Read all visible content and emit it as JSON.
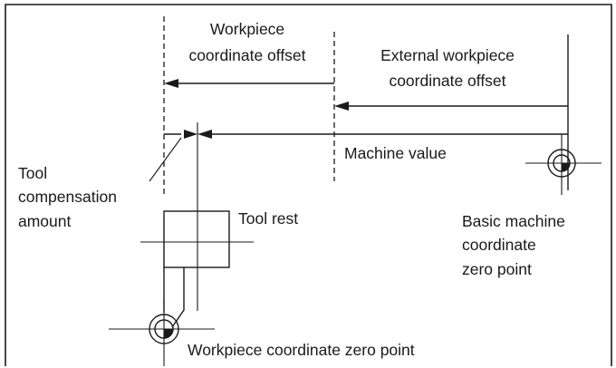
{
  "labels": {
    "workpiece_offset_line1": "Workpiece",
    "workpiece_offset_line2": "coordinate offset",
    "external_offset_line1": "External workpiece",
    "external_offset_line2": "coordinate offset",
    "machine_value": "Machine value",
    "tool_comp_line1": "Tool",
    "tool_comp_line2": "compensation",
    "tool_comp_line3": "amount",
    "tool_rest": "Tool rest",
    "basic_zero_line1": "Basic machine",
    "basic_zero_line2": "coordinate",
    "basic_zero_line3": "zero point",
    "workpiece_zero": "Workpiece coordinate zero point"
  }
}
